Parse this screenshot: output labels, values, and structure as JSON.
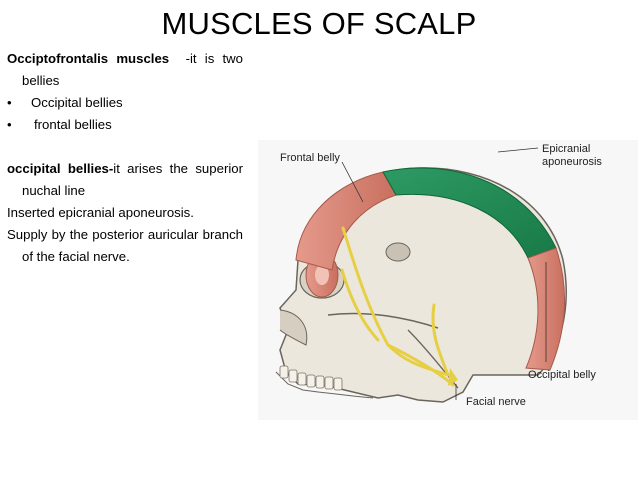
{
  "slide": {
    "title": "MUSCLES OF SCALP"
  },
  "body": {
    "intro_bold": "Occiptofrontalis muscles",
    "intro_rest": "-it is two bellies",
    "bullets": [
      {
        "marker": "•",
        "text": "Occipital bellies"
      },
      {
        "marker": "•",
        "text": "frontal bellies"
      }
    ],
    "occipital_bold": "occipital bellies-",
    "occipital_rest": "it arises the superior nuchal line",
    "inserted": "Inserted epicranial aponeurosis.",
    "supply": "Supply by the posterior auricular branch of the facial nerve."
  },
  "figure": {
    "labels": {
      "frontal_belly": "Frontal belly",
      "epicranial_1": "Epicranial",
      "epicranial_2": "aponeurosis",
      "occipital_belly": "Occipital belly",
      "facial_nerve": "Facial nerve"
    },
    "colors": {
      "muscle": "#d9877a",
      "aponeurosis": "#1f8a55",
      "nerve": "#e6cf44",
      "bone": "#ece7dc"
    }
  }
}
